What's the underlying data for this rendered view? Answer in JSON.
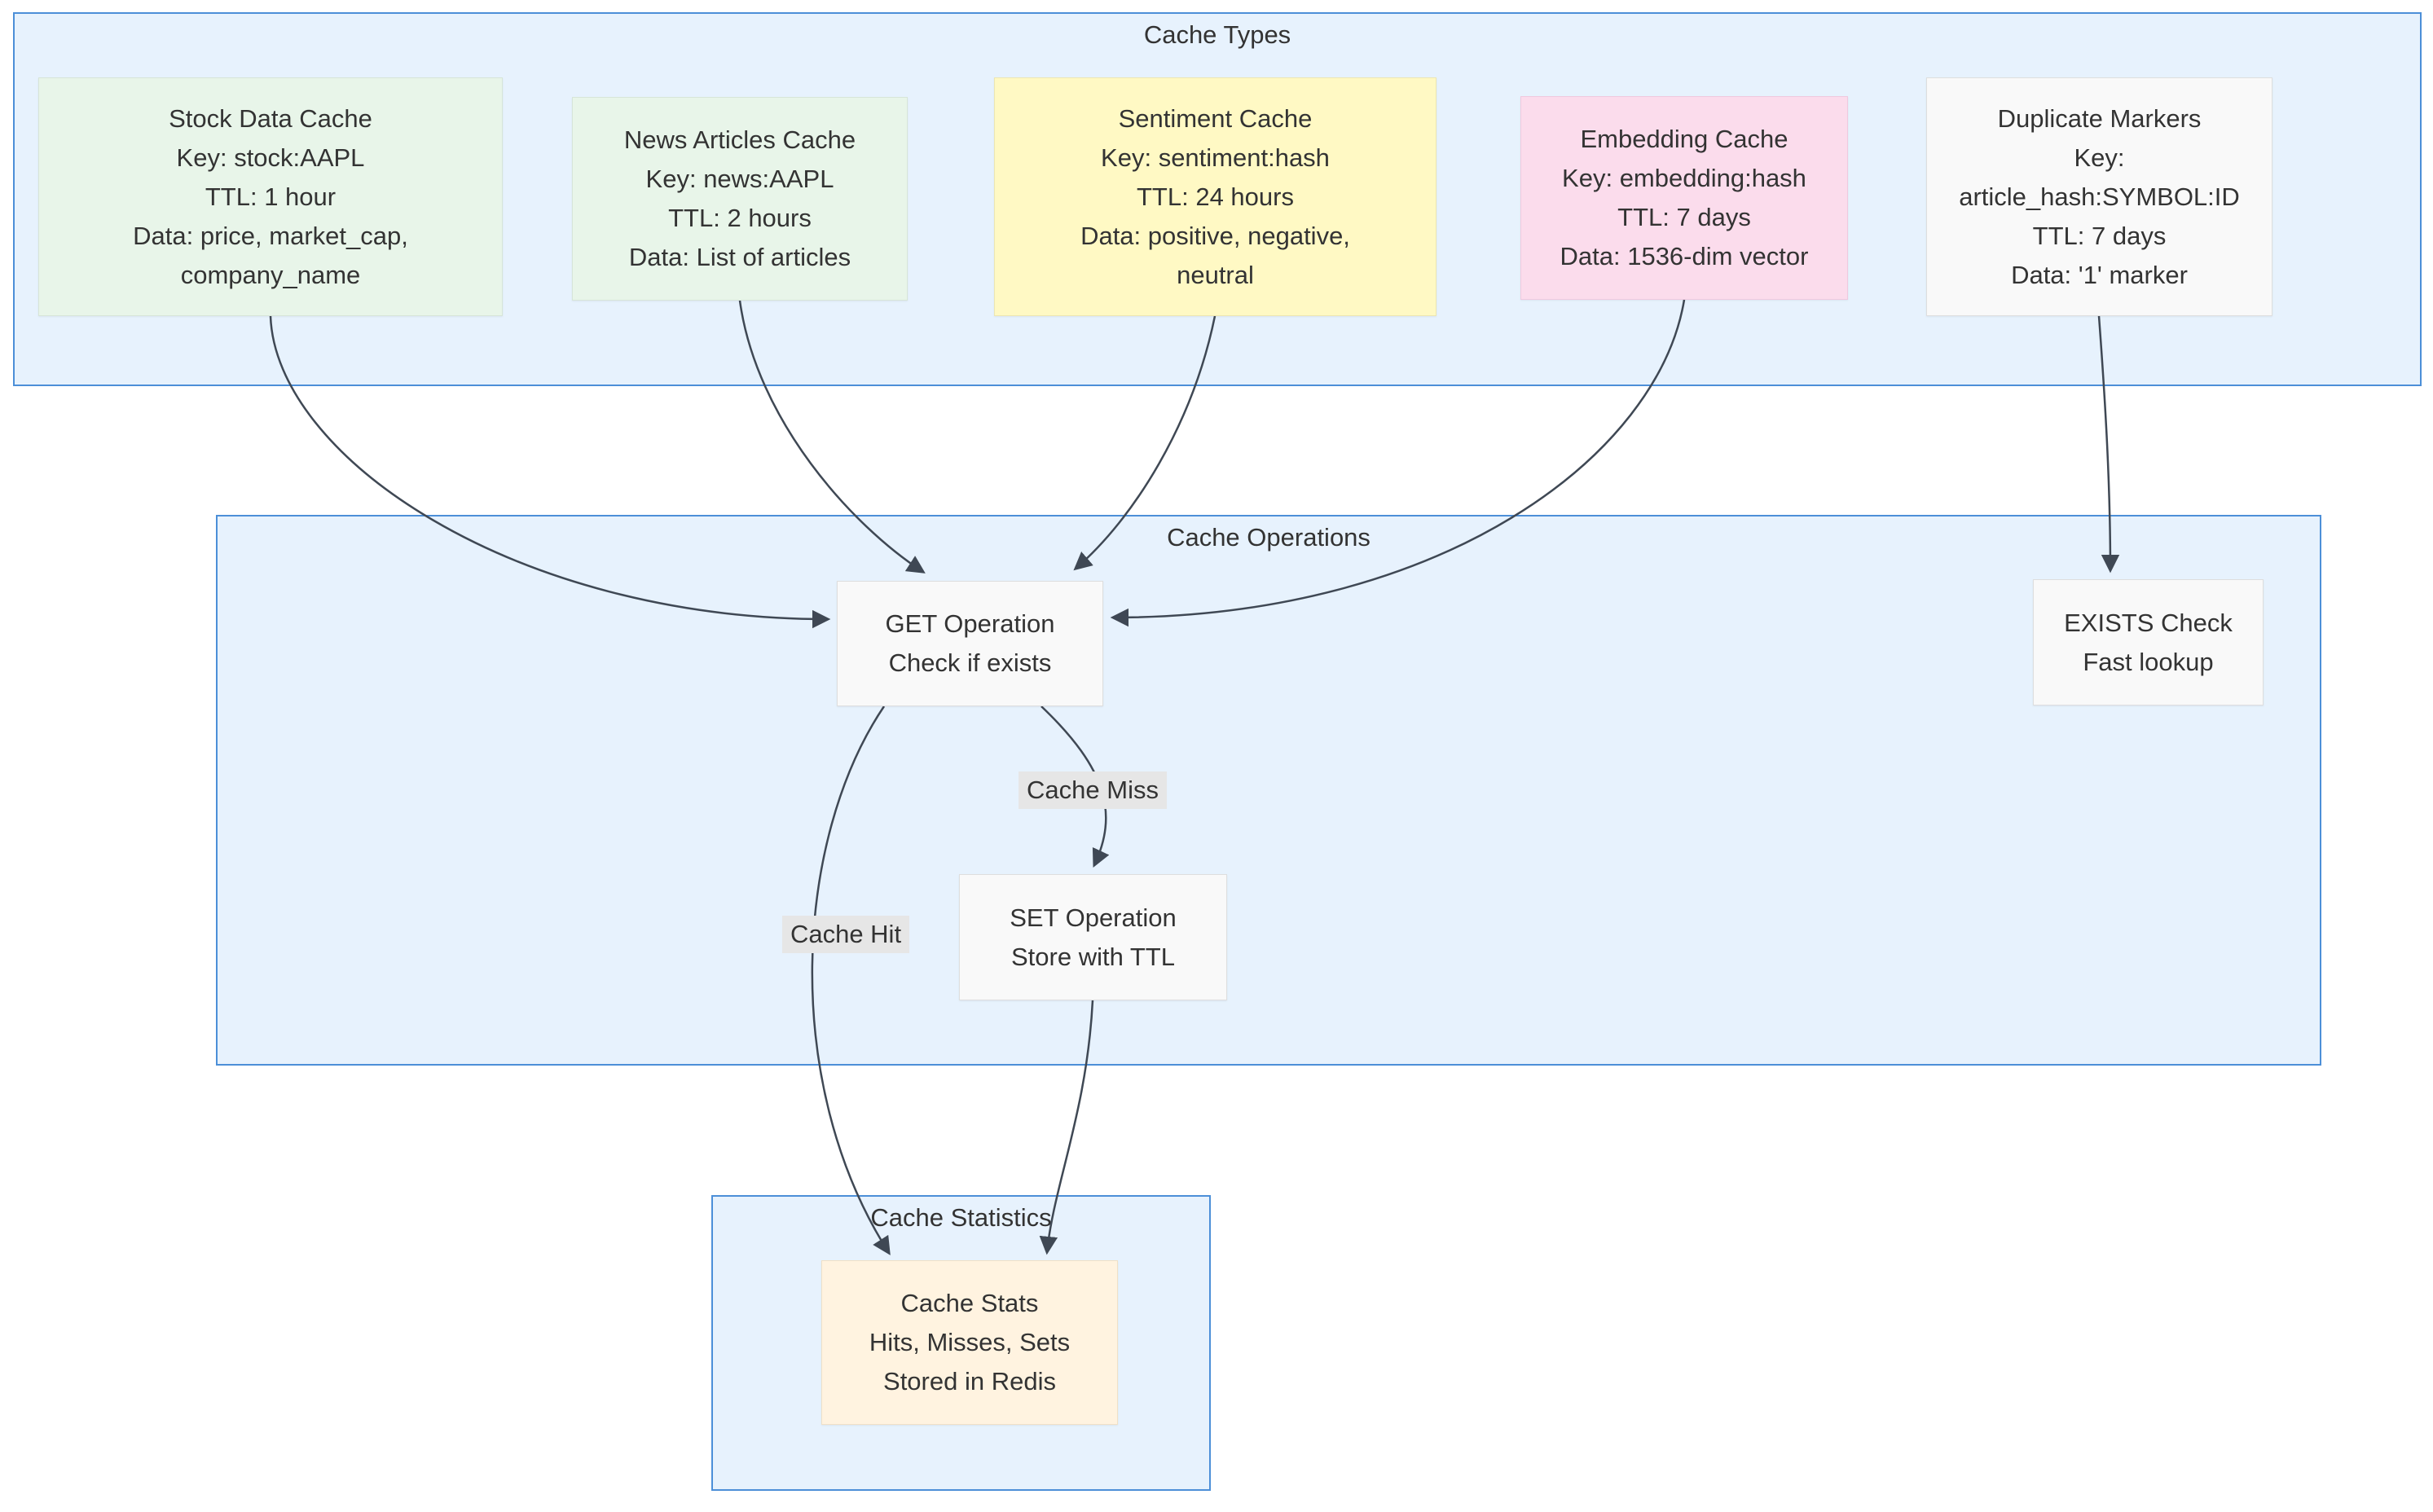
{
  "titles": {
    "cache_types": "Cache Types",
    "cache_operations": "Cache Operations",
    "cache_statistics": "Cache Statistics"
  },
  "nodes": {
    "stock": "Stock Data Cache\nKey: stock:AAPL\nTTL: 1 hour\nData: price, market_cap,\ncompany_name",
    "news": "News Articles Cache\nKey: news:AAPL\nTTL: 2 hours\nData: List of articles",
    "sentiment": "Sentiment Cache\nKey: sentiment:hash\nTTL: 24 hours\nData: positive, negative,\nneutral",
    "embedding": "Embedding Cache\nKey: embedding:hash\nTTL: 7 days\nData: 1536-dim vector",
    "duplicate": "Duplicate Markers\nKey:\narticle_hash:SYMBOL:ID\nTTL: 7 days\nData: '1' marker",
    "get": "GET Operation\nCheck if exists",
    "exists": "EXISTS Check\nFast lookup",
    "set": "SET Operation\nStore with TTL",
    "stats": "Cache Stats\nHits, Misses, Sets\nStored in Redis"
  },
  "edge_labels": {
    "miss": "Cache Miss",
    "hit": "Cache Hit"
  },
  "edges": [
    {
      "from": "stock",
      "to": "get"
    },
    {
      "from": "news",
      "to": "get"
    },
    {
      "from": "sentiment",
      "to": "get"
    },
    {
      "from": "embedding",
      "to": "get"
    },
    {
      "from": "duplicate",
      "to": "exists"
    },
    {
      "from": "get",
      "to": "stats",
      "label": "Cache Hit"
    },
    {
      "from": "get",
      "to": "set",
      "label": "Cache Miss"
    },
    {
      "from": "set",
      "to": "stats"
    }
  ],
  "colors": {
    "cluster-fill": "#E7F2FD",
    "cluster-border": "#4C8FD8",
    "green-fill": "#E8F5E9",
    "green-border": "#D7E5D8",
    "yellow-fill": "#FFF9C4",
    "yellow-border": "#EDE6B1",
    "pink-fill": "#FBDCEC",
    "pink-border": "#EFC9DF",
    "gray-fill": "#F9F9F9",
    "gray-border": "#DEDEDE",
    "orange-fill": "#FFF3E0",
    "orange-border": "#F0E0C6",
    "text": "#333333",
    "edge": "#3F4854",
    "label-bg": "#E6E6E6"
  }
}
